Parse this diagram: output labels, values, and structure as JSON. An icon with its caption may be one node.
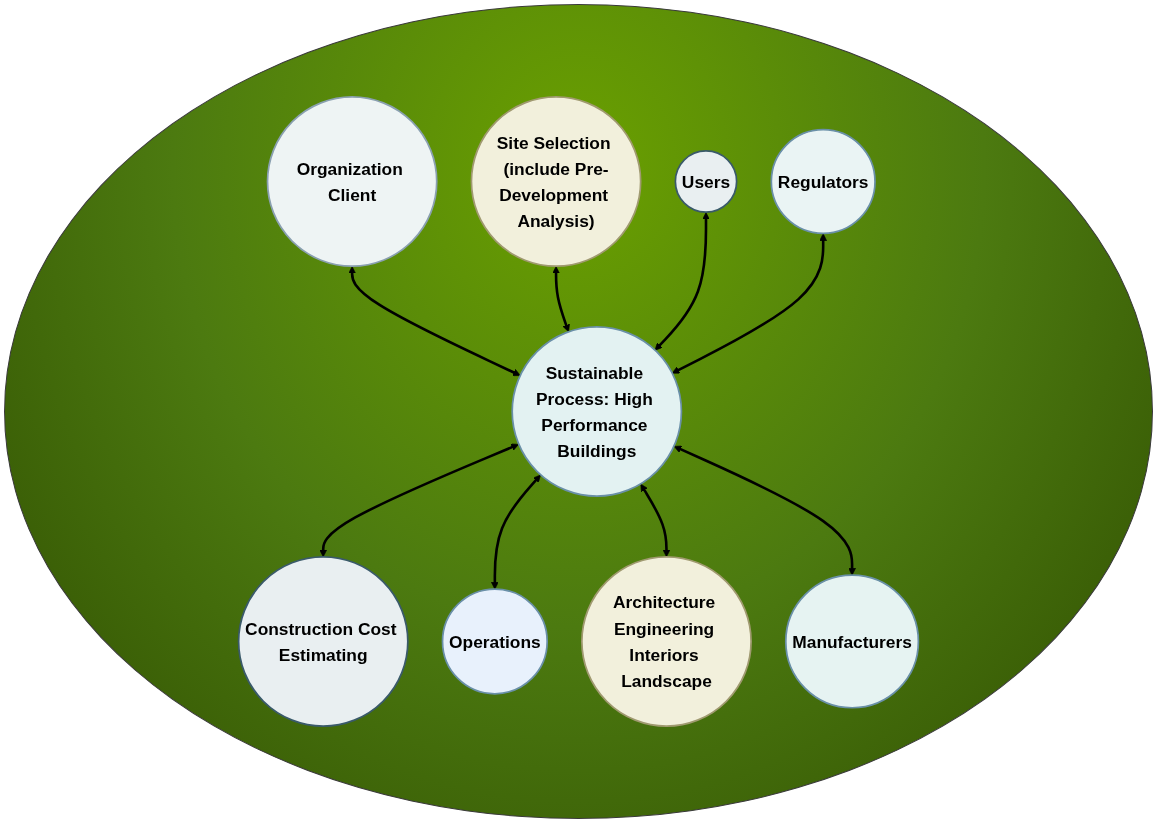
{
  "diagram": {
    "nodes": [
      {
        "text": [
          "Organization Client"
        ]
      },
      {
        "text": [
          "Site Selection (include Pre-Development Analysis)"
        ]
      },
      {
        "text": [
          "Users"
        ]
      },
      {
        "text": [
          "Regulators"
        ]
      },
      {
        "text": [
          "Sustainable Process: High Performance Buildings"
        ]
      },
      {
        "text": [
          "Construction Cost Estimating"
        ]
      },
      {
        "text": [
          "Operations"
        ]
      },
      {
        "text": [
          "Architecture Engineering Interiors Landscape"
        ]
      },
      {
        "text": [
          "Manufacturers"
        ]
      }
    ],
    "edges": [
      {
        "from": 0,
        "to": 4,
        "arrow": "both"
      },
      {
        "from": 1,
        "to": 4,
        "arrow": "both"
      },
      {
        "from": 2,
        "to": 4,
        "arrow": "both"
      },
      {
        "from": 3,
        "to": 4,
        "arrow": "both"
      },
      {
        "from": 4,
        "to": 5,
        "arrow": "both"
      },
      {
        "from": 4,
        "to": 6,
        "arrow": "both"
      },
      {
        "from": 4,
        "to": 7,
        "arrow": "both"
      },
      {
        "from": 4,
        "to": 8,
        "arrow": "both"
      }
    ]
  }
}
